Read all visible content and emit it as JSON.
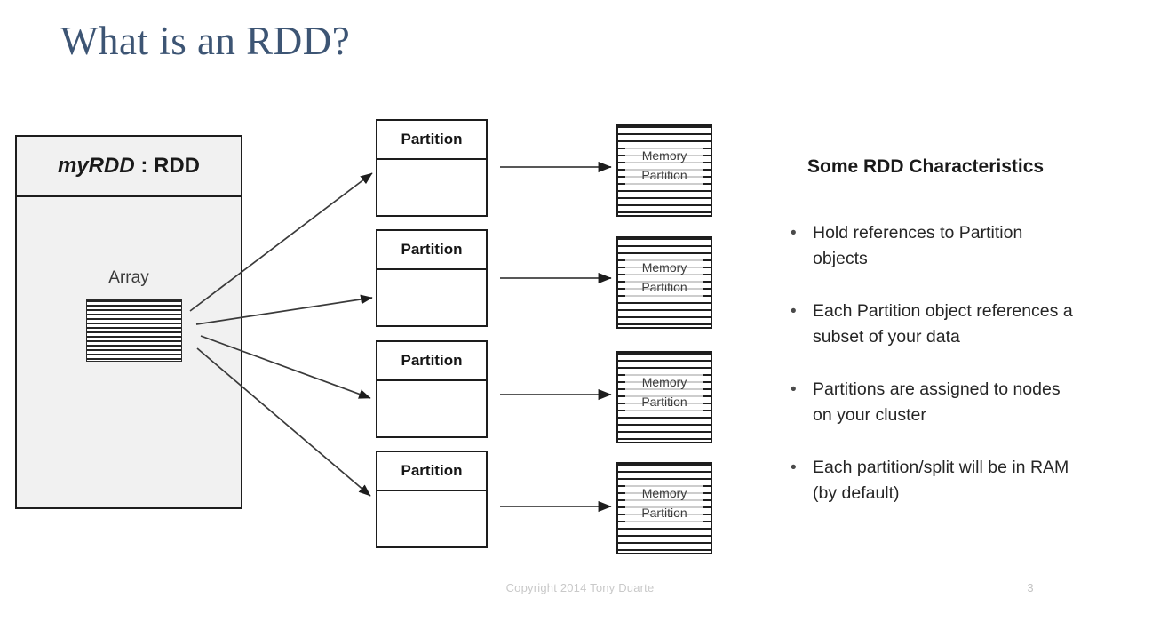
{
  "slide": {
    "title": "What is an RDD?",
    "page_number": "3",
    "copyright": "Copyright 2014 Tony Duarte",
    "title_color": "#3d5574"
  },
  "rdd_object": {
    "header_italic": "myRDD",
    "header_rest": " : RDD",
    "field_label": "Array",
    "array_name": "array-stripes"
  },
  "partitions": [
    {
      "label": "Partition"
    },
    {
      "label": "Partition"
    },
    {
      "label": "Partition"
    },
    {
      "label": "Partition"
    }
  ],
  "memory_blocks": [
    {
      "line1": "Memory",
      "line2": "Partition"
    },
    {
      "line1": "Memory",
      "line2": "Partition"
    },
    {
      "line1": "Memory",
      "line2": "Partition"
    },
    {
      "line1": "Memory",
      "line2": "Partition"
    }
  ],
  "characteristics": {
    "heading": "Some RDD Characteristics",
    "bullet_glyph": "•",
    "items": [
      "Hold references to Partition objects",
      "Each Partition object references a subset of your data",
      "Partitions are assigned to nodes on your cluster",
      "Each partition/split will be in RAM (by default)"
    ]
  }
}
